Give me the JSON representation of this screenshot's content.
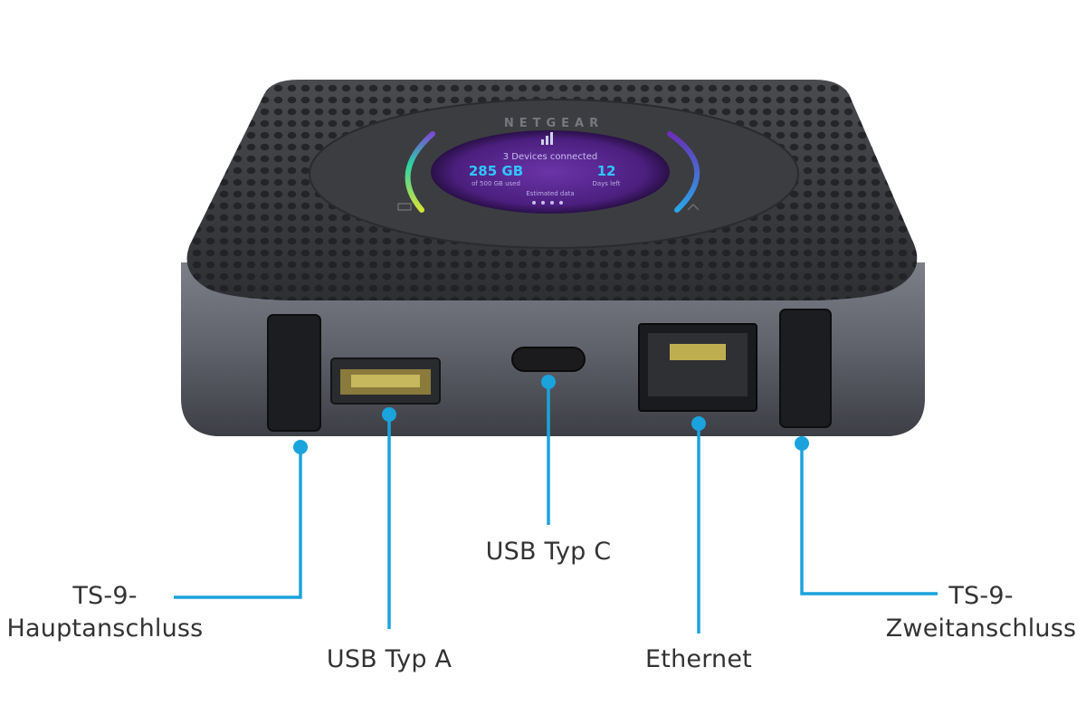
{
  "device": {
    "brand": "NETGEAR",
    "screen": {
      "headline": "3 Devices connected",
      "data_used": "285 GB",
      "data_used_caption": "of 500 GB used",
      "days_left": "12",
      "days_left_caption": "Days left",
      "footer": "Estimated data"
    }
  },
  "callouts": {
    "ts9_main": {
      "line1": "TS-9-",
      "line2": "Hauptanschluss"
    },
    "usb_a": "USB Typ A",
    "usb_c": "USB Typ C",
    "ethernet": "Ethernet",
    "ts9_second": {
      "line1": "TS-9-",
      "line2": "Zweitanschluss"
    }
  },
  "colors": {
    "callout": "#1aa3dc",
    "text": "#333333",
    "device_top": "#3a3b3e",
    "device_side": "#6e6f78",
    "screen": "#5a2a8a"
  }
}
